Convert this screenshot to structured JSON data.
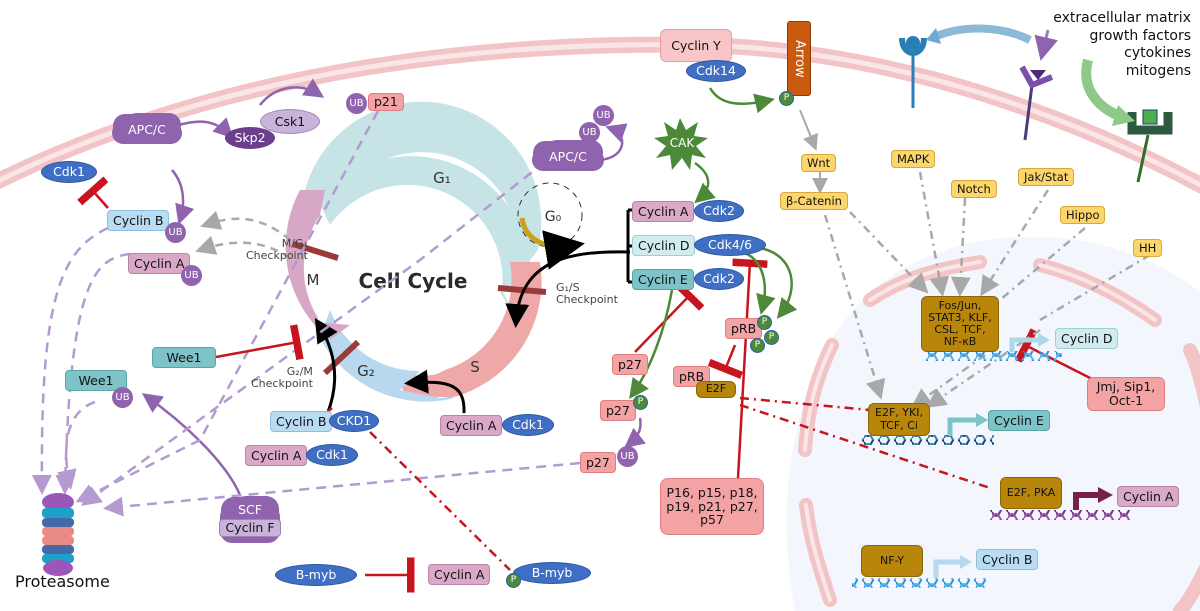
{
  "title": "Cell Cycle",
  "phases": {
    "g1": "G₁",
    "s": "S",
    "g2": "G₂",
    "m": "M",
    "g0": "G₀"
  },
  "checkpoints": {
    "m_g1": [
      "M/G₁",
      "Checkpoint"
    ],
    "g1_s": [
      "G₁/S",
      "Checkpoint"
    ],
    "g2_m": [
      "G₂/M",
      "Checkpoint"
    ]
  },
  "cytoplasm": {
    "cdk1_top": "Cdk1",
    "apc_c_left": "APC/C",
    "skp2": "Skp2",
    "csk1": "Csk1",
    "ub": "UB",
    "p21": "p21",
    "cyclin_b_ub": "Cyclin B",
    "cyclin_a_ub": "Cyclin A",
    "apc_c_right": "APC/C",
    "wee1_active": "Wee1",
    "wee1_ub": "Wee1",
    "proteasome": "Proteasome",
    "scf": "SCF",
    "cyclin_f": "Cyclin F",
    "cyclin_b_ckd1": {
      "cyclin": "Cyclin B",
      "cdk": "CKD1"
    },
    "cyclin_a_cdk1_left": {
      "cyclin": "Cyclin A",
      "cdk": "Cdk1"
    },
    "cyclin_a_cdk1_right": {
      "cyclin": "Cyclin A",
      "cdk": "Cdk1"
    },
    "bmyb": "B-myb",
    "cyclin_a_target": "Cyclin A",
    "bmyb_p": "B-myb",
    "phospho": "P",
    "cyclin_y": "Cyclin Y",
    "cdk14": "Cdk14",
    "arrow_receptor": "Arrow",
    "cak": "CAK",
    "g1_complexes": [
      {
        "cyclin": "Cyclin A",
        "cdk": "Cdk2"
      },
      {
        "cyclin": "Cyclin D",
        "cdk": "Cdk4/6"
      },
      {
        "cyclin": "Cyclin E",
        "cdk": "Cdk2"
      }
    ],
    "p27": "p27",
    "prb": "pRB",
    "e2f": "E2F",
    "cki_list": [
      "P16, p15, p18,",
      "p19, p21, p27,",
      "p57"
    ]
  },
  "signaling": {
    "ligands": [
      "extracellular matrix",
      "growth factors",
      "cytokines",
      "mitogens"
    ],
    "pathways": [
      "Wnt",
      "β-Catenin",
      "MAPK",
      "Notch",
      "Jak/Stat",
      "Hippo",
      "HH"
    ]
  },
  "nucleus": {
    "tf_cyclin_d": [
      "Fos/Jun,",
      "STAT3, KLF,",
      "CSL, TCF,",
      "NF-κB"
    ],
    "cyclin_d": "Cyclin D",
    "repressors": [
      "Jmj, Sip1,",
      "Oct-1"
    ],
    "tf_cyclin_e": [
      "E2F, YKI,",
      "TCF, Ci"
    ],
    "cyclin_e": "Cyclin E",
    "tf_cyclin_a": "E2F, PKA",
    "cyclin_a": "Cyclin A",
    "tf_cyclin_b": "NF-Y",
    "cyclin_b": "Cyclin B"
  },
  "colors": {
    "membrane": "#f2c4c6",
    "nucleus_bg": "#f3f7fd",
    "g1": "#c6e3e6",
    "s": "#eea8a8",
    "g2": "#b7d8ef",
    "m": "#d6a8c6",
    "checkpoint": "#9b3a3a",
    "inhibit": "#c8141e",
    "activate": "#4c8a3a",
    "ubiquitin": "#8f63ad"
  }
}
